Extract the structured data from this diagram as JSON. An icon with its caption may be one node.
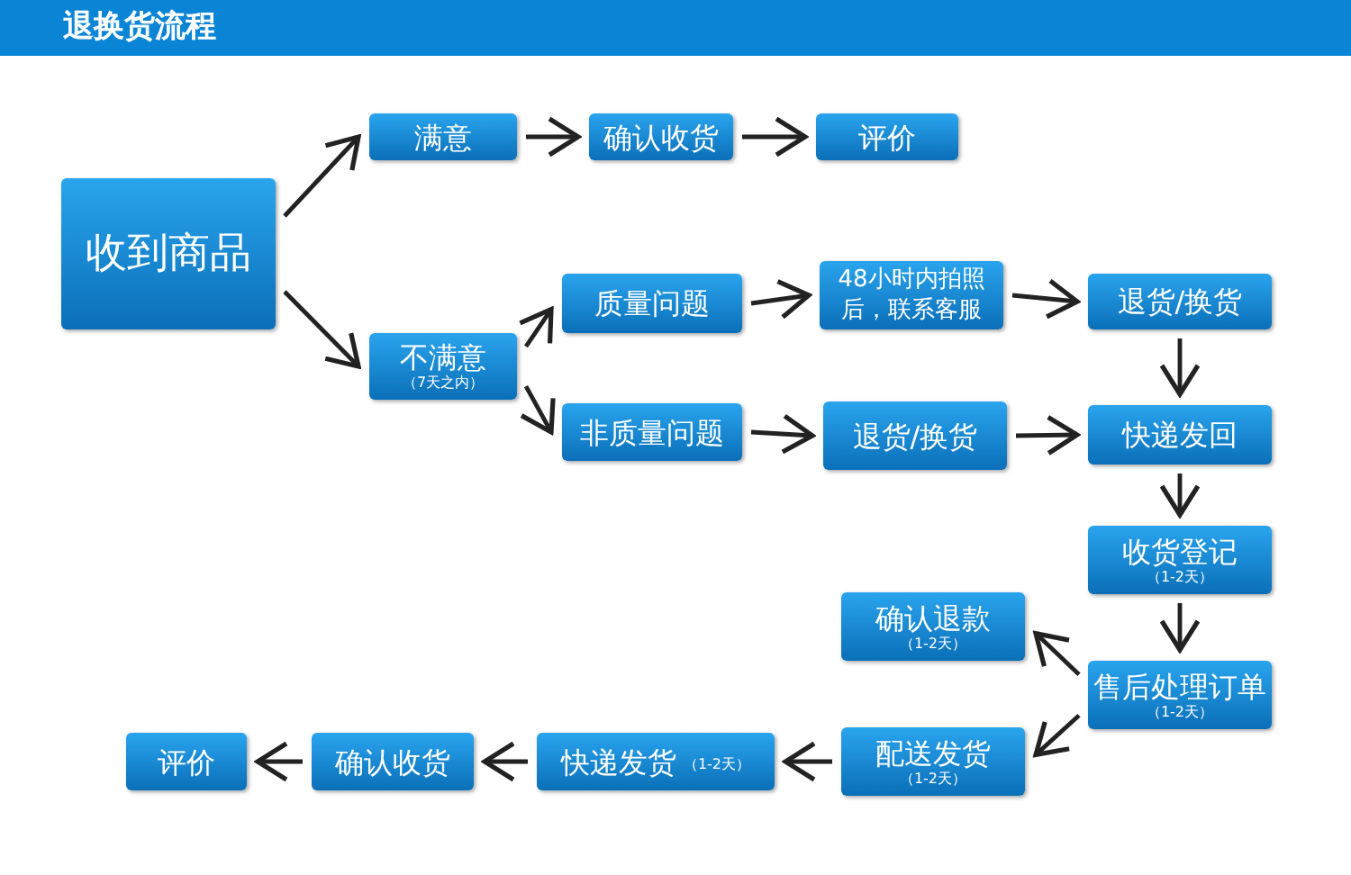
{
  "diagram": {
    "title": "退换货流程",
    "nodes": [
      {
        "text": [
          "收到商品"
        ]
      },
      {
        "text": [
          "满意"
        ]
      },
      {
        "text": [
          "确认收货"
        ]
      },
      {
        "text": [
          "评价"
        ]
      },
      {
        "text": [
          "不满意",
          "（7天之内）"
        ]
      },
      {
        "text": [
          "质量问题"
        ]
      },
      {
        "text": [
          "48小时内拍照后，联系客服"
        ]
      },
      {
        "text": [
          "退货/换货"
        ]
      },
      {
        "text": [
          "非质量问题"
        ]
      },
      {
        "text": [
          "退货/换货"
        ]
      },
      {
        "text": [
          "快递发回"
        ]
      },
      {
        "text": [
          "收货登记",
          "（1-2天）"
        ]
      },
      {
        "text": [
          "确认退款",
          "（1-2天）"
        ]
      },
      {
        "text": [
          "售后处理订单",
          "（1-2天）"
        ]
      },
      {
        "text": [
          "配送发货",
          "（1-2天）"
        ]
      },
      {
        "text": [
          "快递发货",
          "（1-2天）"
        ]
      },
      {
        "text": [
          "确认收货"
        ]
      },
      {
        "text": [
          "评价"
        ]
      }
    ],
    "edges": [
      {
        "from": 0,
        "to": 1,
        "arrow": "to"
      },
      {
        "from": 0,
        "to": 4,
        "arrow": "to"
      },
      {
        "from": 1,
        "to": 2,
        "arrow": "to"
      },
      {
        "from": 2,
        "to": 3,
        "arrow": "to"
      },
      {
        "from": 4,
        "to": 5,
        "arrow": "to"
      },
      {
        "from": 4,
        "to": 8,
        "arrow": "to"
      },
      {
        "from": 5,
        "to": 6,
        "arrow": "to"
      },
      {
        "from": 6,
        "to": 7,
        "arrow": "to"
      },
      {
        "from": 8,
        "to": 9,
        "arrow": "to"
      },
      {
        "from": 9,
        "to": 10,
        "arrow": "to"
      },
      {
        "from": 7,
        "to": 10,
        "arrow": "to"
      },
      {
        "from": 10,
        "to": 11,
        "arrow": "to"
      },
      {
        "from": 11,
        "to": 13,
        "arrow": "to"
      },
      {
        "from": 13,
        "to": 12,
        "arrow": "to"
      },
      {
        "from": 13,
        "to": 14,
        "arrow": "to"
      },
      {
        "from": 14,
        "to": 15,
        "arrow": "to"
      },
      {
        "from": 15,
        "to": 16,
        "arrow": "to"
      },
      {
        "from": 16,
        "to": 17,
        "arrow": "to"
      }
    ]
  }
}
